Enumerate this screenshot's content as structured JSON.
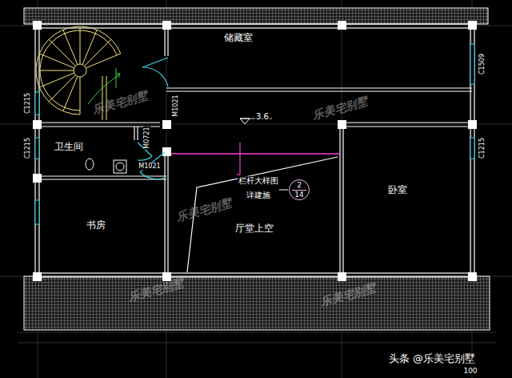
{
  "diagram": {
    "nodes": [
      {
        "text": [
          "储藏室"
        ]
      },
      {
        "text": [
          "卫生间"
        ]
      },
      {
        "text": [
          "书房"
        ]
      },
      {
        "text": [
          "厅堂上空"
        ]
      },
      {
        "text": [
          "卧室"
        ]
      },
      {
        "text": [
          "2",
          "14"
        ]
      }
    ],
    "labels": [
      "3.6",
      "栏杆大样图",
      "详建施",
      "M1021",
      "M0721",
      "M1021",
      "C1215",
      "C1215",
      "C1509",
      "C1215",
      "乐美宅别墅",
      "乐美宅别墅",
      "乐美宅别墅",
      "乐美宅别墅",
      "乐美宅别墅",
      "头条 @乐美宅别墅",
      "100"
    ]
  }
}
